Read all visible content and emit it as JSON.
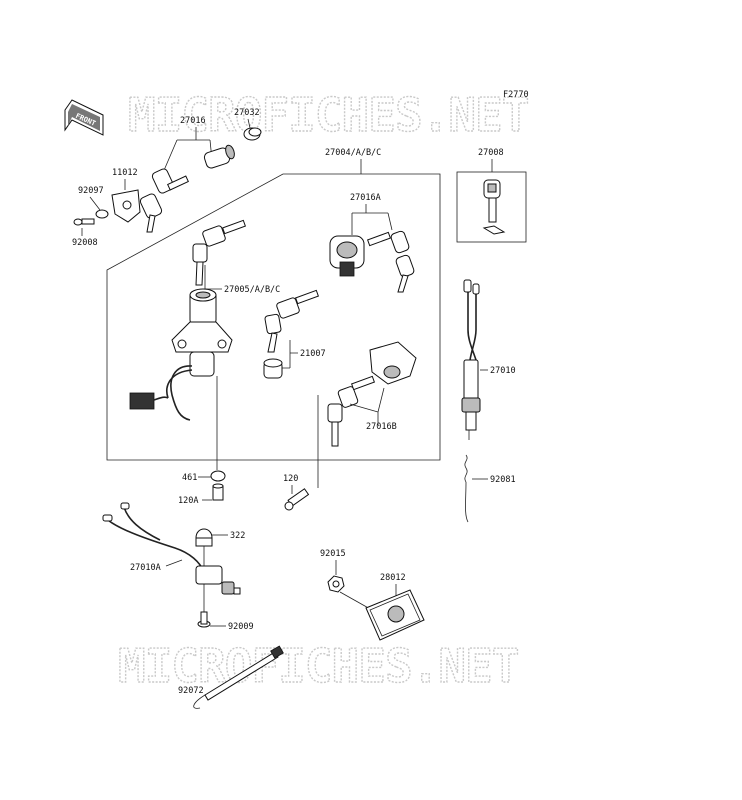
{
  "figure_code": "F2770",
  "front_label": "FRONT",
  "watermark": {
    "top": "MICROFICHES.NET",
    "bottom": "MICROFICHES.NET"
  },
  "parts": {
    "p27016": "27016",
    "p27032": "27032",
    "p11012": "11012",
    "p92097": "92097",
    "p92008": "92008",
    "p27004": "27004/A/B/C",
    "p27008": "27008",
    "p27016A": "27016A",
    "p27005": "27005/A/B/C",
    "p21007": "21007",
    "p27010": "27010",
    "p27016B": "27016B",
    "p92081": "92081",
    "p461": "461",
    "p120A": "120A",
    "p120": "120",
    "p322": "322",
    "p27010A": "27010A",
    "p92015": "92015",
    "p28012": "28012",
    "p92009": "92009",
    "p92072": "92072"
  }
}
